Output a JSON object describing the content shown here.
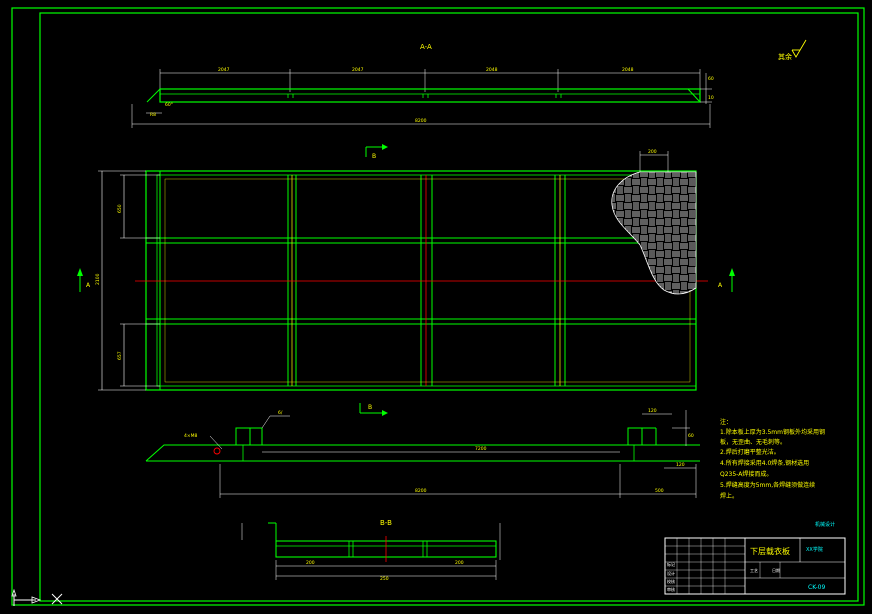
{
  "drawing": {
    "colors": {
      "background": "#000000",
      "green": "#00ff00",
      "yellow": "#ffff00",
      "white": "#ffffff",
      "red": "#ff0000",
      "cyan": "#00ffff"
    },
    "section_aa_label": "A-A",
    "section_bb_label": "B-B",
    "marker_a": "A",
    "marker_b": "B",
    "roughness_label": "其余",
    "roughness_icon": "surface-roughness-icon",
    "top_dims": [
      "2047",
      "2047",
      "2048",
      "2048"
    ],
    "top_overall": "8200",
    "top_angle": "60°",
    "top_left_small": "R8",
    "top_right_dims": [
      "60",
      "10"
    ],
    "hatch_width": "200",
    "plan_overall_height": "2100",
    "plan_left_dims": [
      "650",
      "657"
    ],
    "bottom_main_dim": "7200",
    "bottom_overall": "8200",
    "bottom_right_dim": "500",
    "bottom_small_dims": [
      "120",
      "60",
      "120"
    ],
    "weld_symbol": "6/",
    "weld_text": "4×M8",
    "bb_dims": [
      "200",
      "250",
      "200"
    ],
    "notes_title": "注：",
    "notes": [
      "1.除本板上厚为3.5mm钢板外均采用钢",
      "板，无歪曲、无毛刺等。",
      "2.焊后打磨平整光洁。",
      "4.所有焊接采用4.0焊条,钢材选用",
      "Q235-A焊接而成。",
      "5.焊缝高度为5mm,各焊缝须做连续",
      "焊上。"
    ],
    "stamp_text": "机械设计",
    "title_block": {
      "part_name": "下层载衣板",
      "code": "CK-09",
      "company": "XX学院",
      "rows": [
        "标记",
        "设计",
        "校核",
        "审核",
        "工艺",
        "日期"
      ]
    }
  }
}
